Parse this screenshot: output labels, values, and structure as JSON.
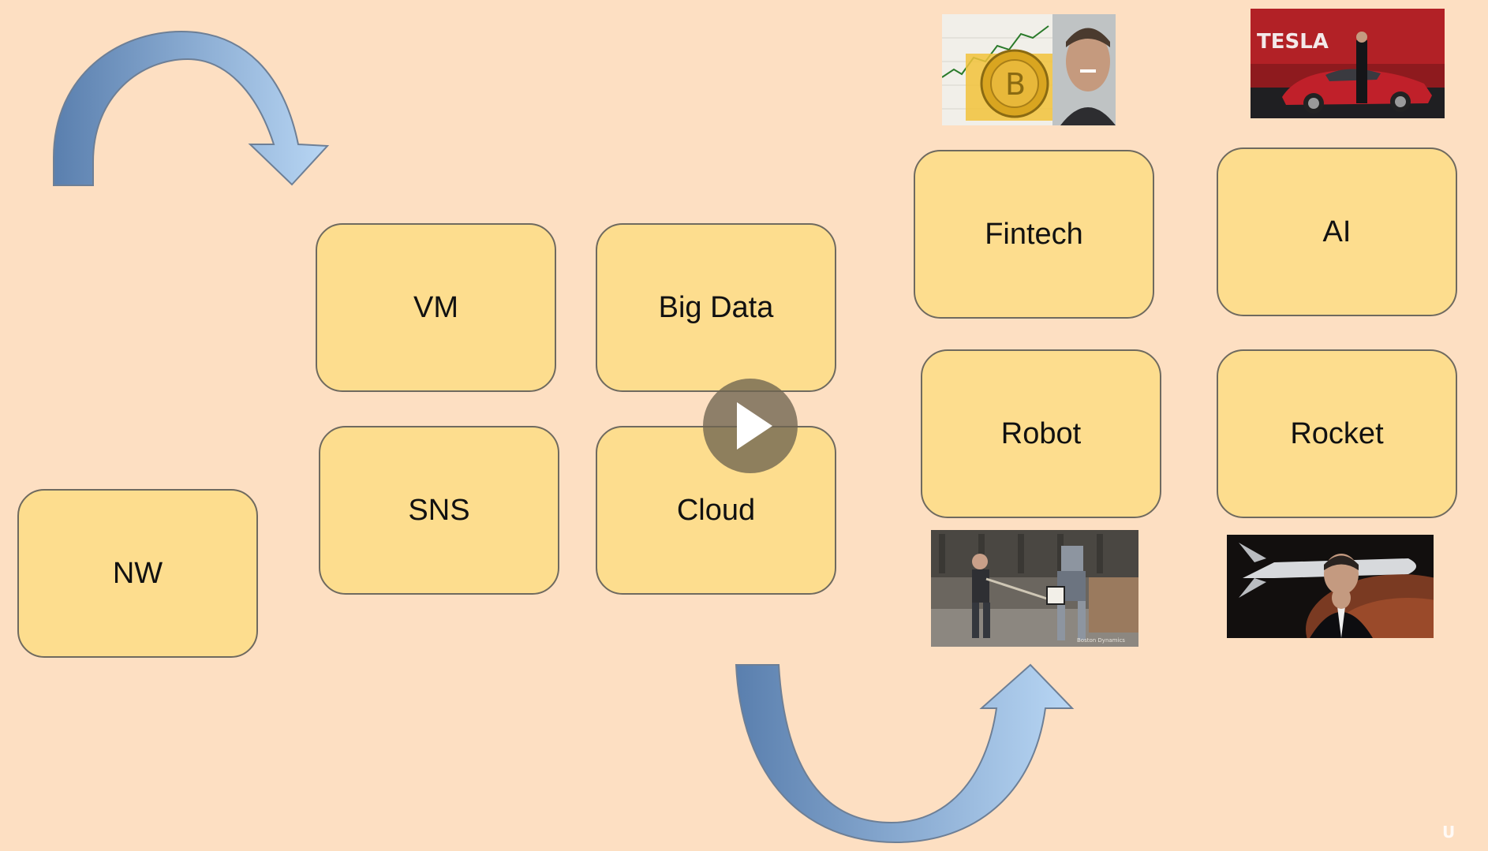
{
  "boxes": {
    "nw": "NW",
    "vm": "VM",
    "sns": "SNS",
    "big_data": "Big Data",
    "cloud": "Cloud",
    "fintech": "Fintech",
    "ai": "AI",
    "robot": "Robot",
    "rocket": "Rocket"
  },
  "photos": {
    "tesla_text": "TESLA",
    "boston_dynamics_credit": "Boston Dynamics"
  },
  "watermark": "U",
  "colors": {
    "background": "#fddfc2",
    "box_fill": "#fddd8e",
    "arrow_dark": "#5a7fae",
    "arrow_light": "#b8d6f4"
  },
  "icons": {
    "play": "play-icon",
    "watermark": "udemy-logo-icon"
  }
}
